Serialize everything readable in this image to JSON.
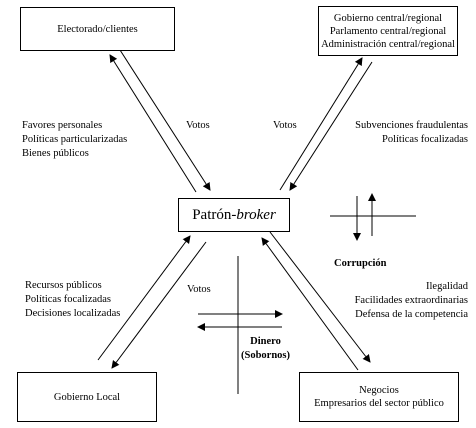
{
  "nodes": {
    "electorado": {
      "lines": [
        "Electorado/clientes"
      ]
    },
    "gobierno_central": {
      "lines": [
        "Gobierno central/regional",
        "Parlamento central/regional",
        "Administración central/regional"
      ]
    },
    "patron": {
      "prefix": "Patrón-",
      "italic": "broker"
    },
    "gobierno_local": {
      "lines": [
        "Gobierno Local"
      ]
    },
    "negocios": {
      "lines": [
        "Negocios",
        "Empresarios del sector público"
      ]
    }
  },
  "labels": {
    "top_left": [
      "Favores personales",
      "Políticas particularizadas",
      "Bienes públicos"
    ],
    "votos_top_left": "Votos",
    "votos_top_right": "Votos",
    "top_right": [
      "Subvenciones fraudulentas",
      "Políticas focalizadas"
    ],
    "corrupcion": "Corrupción",
    "bottom_left": [
      "Recursos públicos",
      "Políticas focalizadas",
      "Decisiones localizadas"
    ],
    "votos_bottom_left": "Votos",
    "bottom_right": [
      "Ilegalidad",
      "Facilidades extraordinarias",
      "Defensa de la competencia"
    ],
    "dinero": [
      "Dinero",
      "(Sobornos)"
    ]
  }
}
